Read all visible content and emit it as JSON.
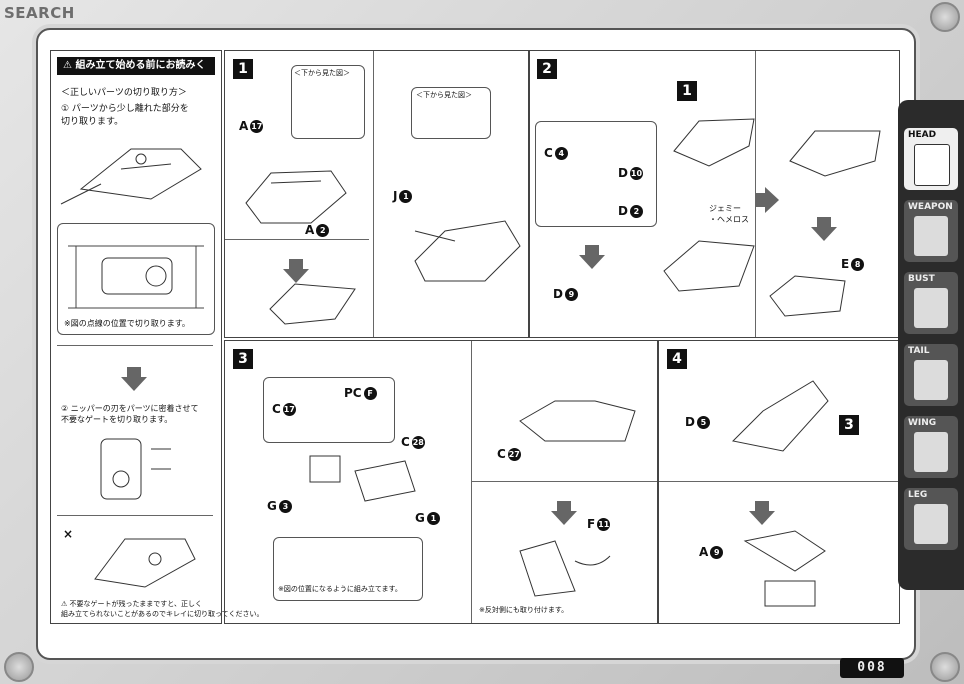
{
  "header": {
    "logo": "SEARCH"
  },
  "page_number": "008",
  "caution": {
    "badge": "⚠ 組み立て始める前にお読みください。",
    "heading": "＜正しいパーツの切り取り方＞",
    "step1": "① パーツから少し離れた部分を\n切り取ります。",
    "note1": "※図の点線の位置で切り取ります。",
    "step2": "② ニッパーの刃をパーツに密着させて\n不要なゲートを切り取ります。",
    "x_mark": "×",
    "warning": "⚠ 不要なゲートが残ったままですと、正しく\n組み立てられないことがあるのでキレイに切り取ってください。"
  },
  "steps": {
    "s1": {
      "num": "1",
      "labels": {
        "a17": "A",
        "a2": "A",
        "j1": "J"
      },
      "view_label": "＜下から見た図＞",
      "view_label_2": "＜下から見た図＞"
    },
    "s2": {
      "num": "2",
      "ref": "1",
      "labels": {
        "c4": "C",
        "d10": "D",
        "d2": "D",
        "d9": "D",
        "e8": "E"
      },
      "dummy": "ジェミー\n・ヘメロス"
    },
    "s3": {
      "num": "3",
      "labels": {
        "c17": "C",
        "pc": "PC",
        "c28": "C",
        "g3": "G",
        "g1": "G",
        "c27": "C",
        "f11": "F"
      },
      "note_assemble": "※図の位置になるように組み立てます。",
      "note_opposite": "※反対側にも取り付けます。"
    },
    "s4": {
      "num": "4",
      "ref": "3",
      "labels": {
        "d5": "D",
        "a9": "A"
      }
    }
  },
  "numbers": {
    "n17": "17",
    "n2": "2",
    "n1": "1",
    "n4": "4",
    "n10": "10",
    "n9": "9",
    "n8": "8",
    "nF": "F",
    "n28": "28",
    "n3": "3",
    "n27": "27",
    "n11": "11",
    "n5": "5",
    "n1b": "1"
  },
  "side_tabs": [
    {
      "label": "HEAD",
      "icon": "head-icon",
      "active": true
    },
    {
      "label": "WEAPON",
      "icon": "weapon-icon",
      "active": false
    },
    {
      "label": "BUST",
      "icon": "bust-icon",
      "active": false
    },
    {
      "label": "TAIL",
      "icon": "tail-icon",
      "active": false
    },
    {
      "label": "WING",
      "icon": "wing-icon",
      "active": false
    },
    {
      "label": "LEG",
      "icon": "leg-icon",
      "active": false
    }
  ],
  "colors": {
    "panel_border": "#444444",
    "tab_bg": "#2b2b2b",
    "step_badge": "#111111",
    "arrow": "#666666"
  }
}
